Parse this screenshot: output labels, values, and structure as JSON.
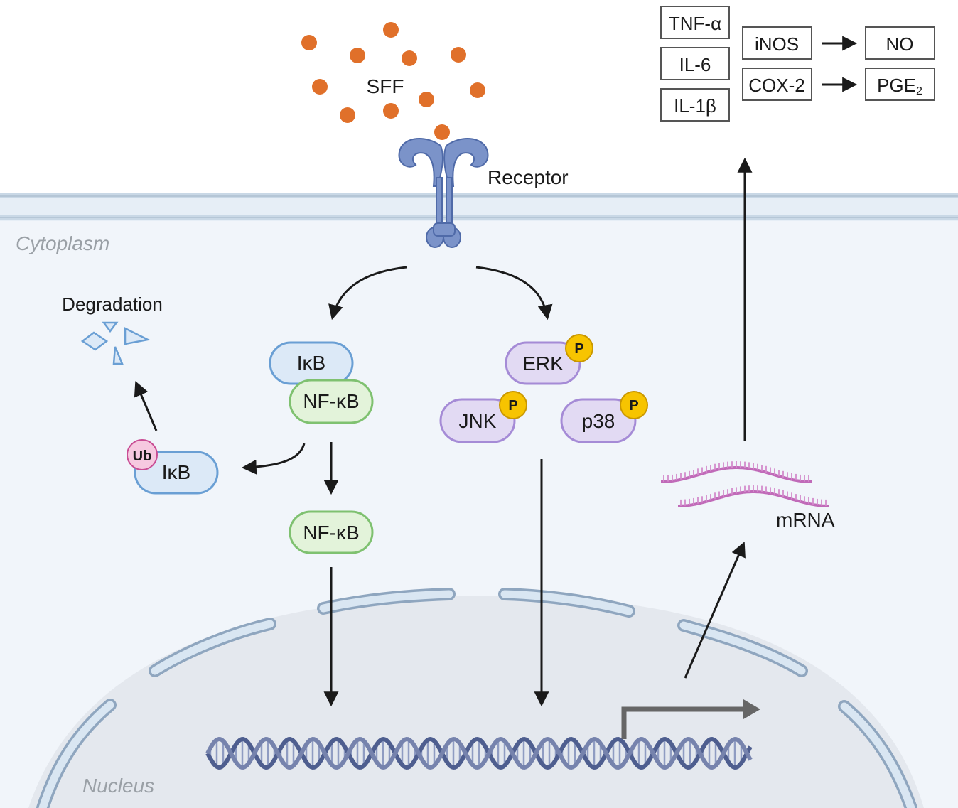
{
  "regions": {
    "cytoplasm": "Cytoplasm",
    "nucleus": "Nucleus"
  },
  "ligand": {
    "label": "SFF"
  },
  "receptor": {
    "label": "Receptor"
  },
  "degradation": {
    "label": "Degradation"
  },
  "ikb_complex": {
    "ikb": "IκB",
    "nfkb": "NF-κB"
  },
  "ubiquitinated": {
    "ub": "Ub",
    "ikb": "IκB"
  },
  "nfkb_free": {
    "label": "NF-κB"
  },
  "mapk": {
    "erk": "ERK",
    "jnk": "JNK",
    "p38": "p38",
    "phospho": "P"
  },
  "mrna": {
    "label": "mRNA"
  },
  "cytokines": [
    "TNF-α",
    "IL-6",
    "IL-1β"
  ],
  "enzymes": [
    "iNOS",
    "COX-2"
  ],
  "products": {
    "no": "NO",
    "pge_base": "PGE",
    "pge_sub": "2"
  },
  "colors": {
    "ligand": "#e0702a",
    "receptor": "#7b93c9",
    "ikb_fill": "#dce9f7",
    "ikb_stroke": "#6a9fd4",
    "nfkb_fill": "#e3f3da",
    "nfkb_stroke": "#7fc170",
    "mapk_fill": "#e2daf3",
    "mapk_stroke": "#a58bd6",
    "phospho": "#f7c400",
    "ub_fill": "#f6c9e0",
    "ub_stroke": "#c94d94",
    "mrna": "#c06ab8",
    "dna": "#5b6b9a",
    "membrane": "#c9d8e6",
    "cytoplasm": "#f1f5fa",
    "nucleus": "#e4e8ee"
  }
}
